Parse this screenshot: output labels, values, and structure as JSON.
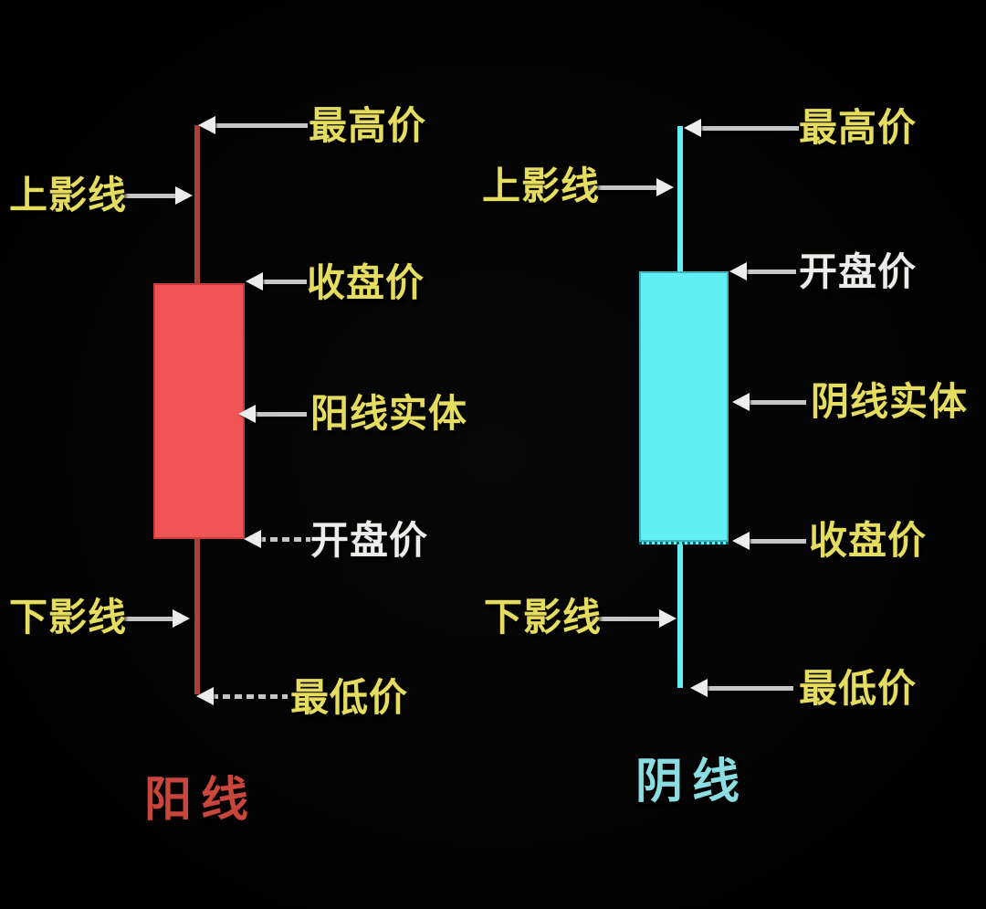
{
  "left": {
    "title": "阳线",
    "labels": {
      "highest": "最高价",
      "upper_shadow": "上影线",
      "close": "收盘价",
      "body": "阳线实体",
      "open": "开盘价",
      "lower_shadow": "下影线",
      "lowest": "最低价"
    },
    "colors": {
      "body": "#f15454",
      "wick": "#a84038",
      "title": "#c8463c"
    }
  },
  "right": {
    "title": "阴线",
    "labels": {
      "highest": "最高价",
      "upper_shadow": "上影线",
      "open": "开盘价",
      "body": "阴线实体",
      "close": "收盘价",
      "lower_shadow": "下影线",
      "lowest": "最低价"
    },
    "colors": {
      "body": "#62eff4",
      "wick": "#62eff4",
      "title": "#8adde0"
    }
  },
  "colors": {
    "background": "#040404",
    "label_yellow": "#e5dd5f",
    "label_white": "#ececec",
    "arrow_shaft": "#c6c6c6",
    "arrow_head": "#ececec"
  }
}
